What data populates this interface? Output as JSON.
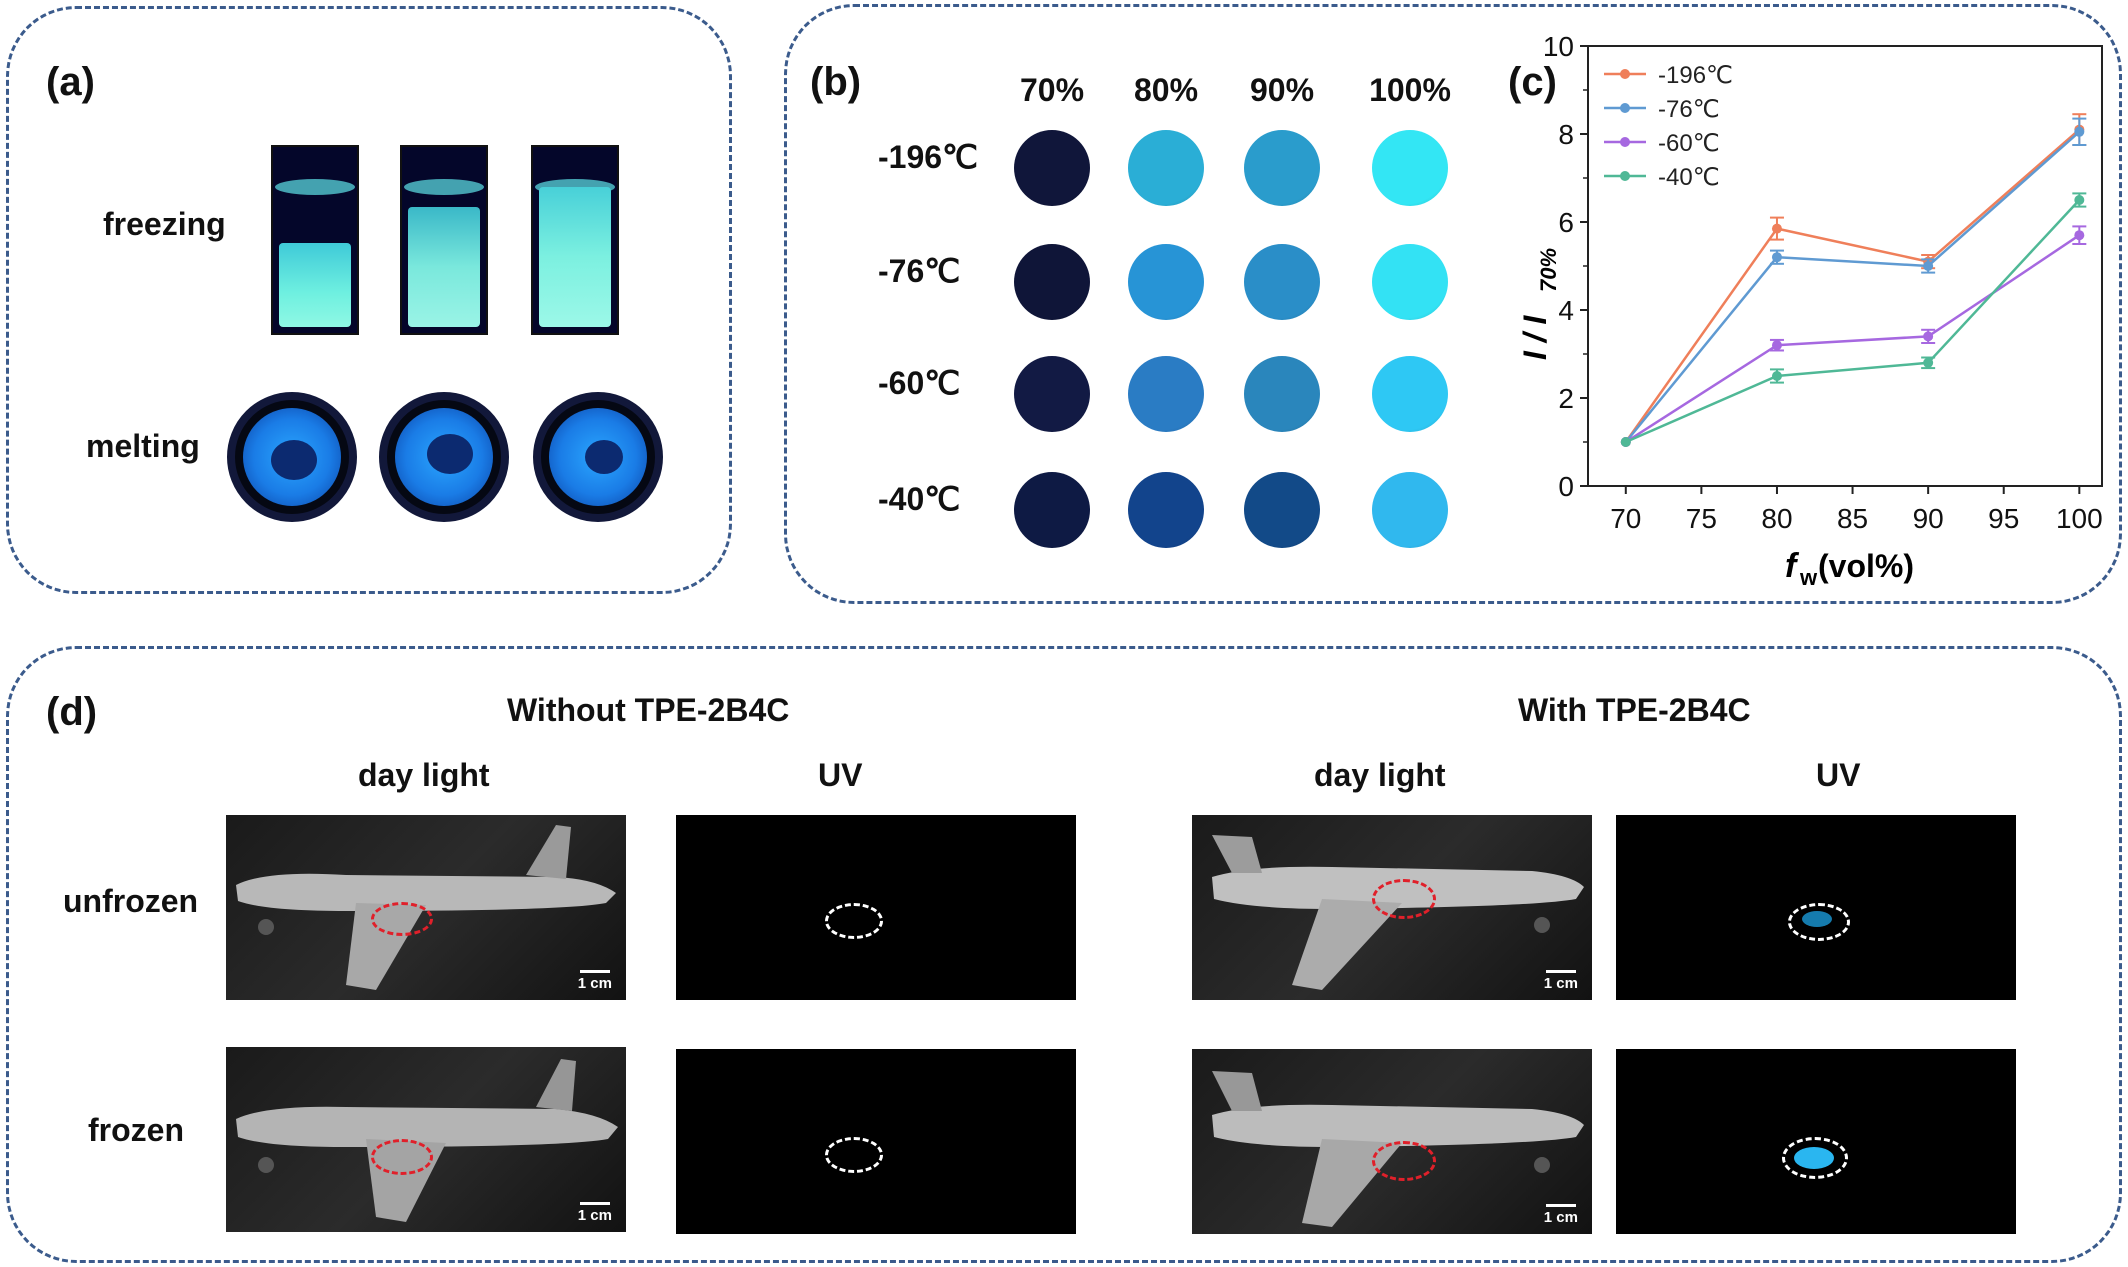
{
  "panel_a": {
    "label": "(a)",
    "row_freezing": "freezing",
    "row_melting": "melting"
  },
  "panel_b": {
    "label": "(b)",
    "columns": [
      "70%",
      "80%",
      "90%",
      "100%"
    ],
    "rows": [
      "-196℃",
      "-76℃",
      "-60℃",
      "-40℃"
    ],
    "colors": [
      [
        "#10163a",
        "#2aaed6",
        "#2a9ccc",
        "#33e6f4"
      ],
      [
        "#0f1538",
        "#2794d6",
        "#2a8ec8",
        "#33e2f4"
      ],
      [
        "#121a44",
        "#2a7cc4",
        "#2a86bc",
        "#2ec8f4"
      ],
      [
        "#0e1a44",
        "#12448c",
        "#124a88",
        "#30b8ee"
      ]
    ]
  },
  "panel_c": {
    "label": "(c)",
    "chart_data": {
      "type": "line",
      "x": [
        70,
        80,
        90,
        100
      ],
      "series": [
        {
          "name": "-196℃",
          "color": "#ef7f5a",
          "values": [
            1.0,
            5.85,
            5.1,
            8.1
          ],
          "errors": [
            0,
            0.25,
            0.15,
            0.35
          ]
        },
        {
          "name": "-76℃",
          "color": "#5f9ad2",
          "values": [
            1.0,
            5.2,
            5.0,
            8.05
          ],
          "errors": [
            0,
            0.15,
            0.15,
            0.3
          ]
        },
        {
          "name": "-60℃",
          "color": "#a668e0",
          "values": [
            1.0,
            3.2,
            3.4,
            5.7
          ],
          "errors": [
            0,
            0.12,
            0.15,
            0.2
          ]
        },
        {
          "name": "-40℃",
          "color": "#4fb896",
          "values": [
            1.0,
            2.5,
            2.8,
            6.5
          ],
          "errors": [
            0,
            0.15,
            0.12,
            0.15
          ]
        }
      ],
      "xlim": [
        67.5,
        101.5
      ],
      "ylim": [
        0,
        10
      ],
      "xticks": [
        "70",
        "75",
        "80",
        "85",
        "90",
        "95",
        "100"
      ],
      "yticks": [
        "0",
        "2",
        "4",
        "6",
        "8",
        "10"
      ],
      "xlabel_main": "f",
      "xlabel_sub": "w",
      "xlabel_rest": "(vol%)",
      "ylabel_main": "I / I",
      "ylabel_sub": "70%",
      "legend_position": "top-left"
    }
  },
  "panel_d": {
    "label": "(d)",
    "group_without": "Without TPE-2B4C",
    "group_with": "With TPE-2B4C",
    "col_day": "day light",
    "col_uv": "UV",
    "row_unfrozen": "unfrozen",
    "row_frozen": "frozen",
    "scale_bar": "1 cm"
  }
}
